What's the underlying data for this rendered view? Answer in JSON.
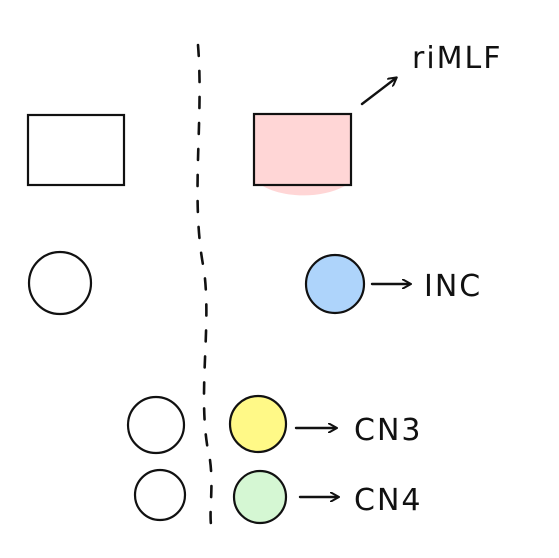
{
  "labels": {
    "rimlf": "riMLF",
    "inc": "INC",
    "cn3": "CN3",
    "cn4": "CN4"
  },
  "colors": {
    "stroke": "#111111",
    "rimlf_fill": "#ffd6d6",
    "inc_fill": "#aed4fb",
    "cn3_fill": "#fff987",
    "cn4_fill": "#d5f7d3",
    "empty_fill": "#ffffff"
  }
}
